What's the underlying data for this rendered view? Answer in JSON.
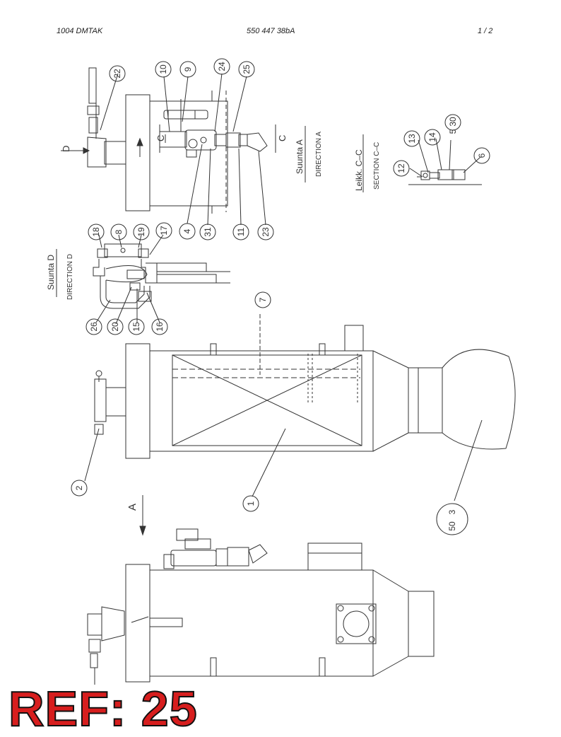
{
  "header": {
    "left": "1004    DMTAK",
    "center": "550 447 38bA",
    "right": "1  /  2"
  },
  "views": {
    "suunta_a": "Suunta A",
    "direction_a": "DIRECTION A",
    "suunta_d": "Suunta D",
    "direction_d": "DIRECTION D",
    "leikk_cc": "Leikk. C–C",
    "section_cc": "SECTION C–C"
  },
  "markers": {
    "d": "D",
    "c_top": "C",
    "c_bottom": "C",
    "a": "A"
  },
  "balloons": [
    "22",
    "10",
    "9",
    "24",
    "25",
    "4",
    "31",
    "11",
    "23",
    "13",
    "14",
    "5",
    "30",
    "6",
    "12",
    "18",
    "8",
    "19",
    "17",
    "26",
    "20",
    "15",
    "16",
    "7",
    "2",
    "1",
    "3",
    "50"
  ],
  "ref_label": "REF: 25"
}
